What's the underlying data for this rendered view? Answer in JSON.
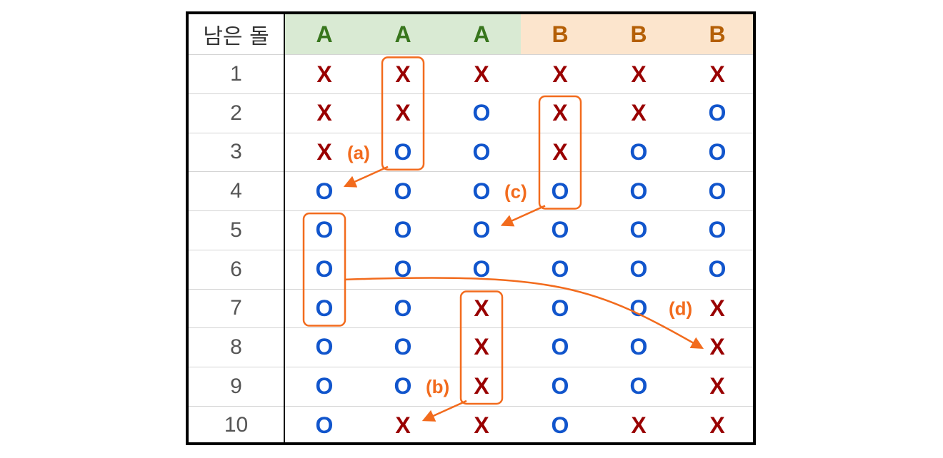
{
  "header": {
    "corner_label": "남은 돌",
    "columns": [
      {
        "label": "A",
        "group": "A"
      },
      {
        "label": "A",
        "group": "A"
      },
      {
        "label": "A",
        "group": "A"
      },
      {
        "label": "B",
        "group": "B"
      },
      {
        "label": "B",
        "group": "B"
      },
      {
        "label": "B",
        "group": "B"
      }
    ]
  },
  "rows": [
    {
      "label": "1",
      "cells": [
        "X",
        "X",
        "X",
        "X",
        "X",
        "X"
      ]
    },
    {
      "label": "2",
      "cells": [
        "X",
        "X",
        "O",
        "X",
        "X",
        "O"
      ]
    },
    {
      "label": "3",
      "cells": [
        "X",
        "O",
        "O",
        "X",
        "O",
        "O"
      ]
    },
    {
      "label": "4",
      "cells": [
        "O",
        "O",
        "O",
        "O",
        "O",
        "O"
      ]
    },
    {
      "label": "5",
      "cells": [
        "O",
        "O",
        "O",
        "O",
        "O",
        "O"
      ]
    },
    {
      "label": "6",
      "cells": [
        "O",
        "O",
        "O",
        "O",
        "O",
        "O"
      ]
    },
    {
      "label": "7",
      "cells": [
        "O",
        "O",
        "X",
        "O",
        "O",
        "X"
      ]
    },
    {
      "label": "8",
      "cells": [
        "O",
        "O",
        "X",
        "O",
        "O",
        "X"
      ]
    },
    {
      "label": "9",
      "cells": [
        "O",
        "O",
        "X",
        "O",
        "O",
        "X"
      ]
    },
    {
      "label": "10",
      "cells": [
        "O",
        "X",
        "X",
        "O",
        "X",
        "X"
      ]
    }
  ],
  "annotations": [
    {
      "label": "(a)",
      "column": 1,
      "rows": [
        1,
        3
      ],
      "target": {
        "column": 0,
        "row": 4
      }
    },
    {
      "label": "(b)",
      "column": 2,
      "rows": [
        7,
        9
      ],
      "target": {
        "column": 1,
        "row": 10
      }
    },
    {
      "label": "(c)",
      "column": 3,
      "rows": [
        2,
        4
      ],
      "target": {
        "column": 2,
        "row": 5
      }
    },
    {
      "label": "(d)",
      "column": 0,
      "rows": [
        5,
        7
      ],
      "target": {
        "column": 5,
        "row": 8
      }
    }
  ],
  "colors": {
    "group_a_bg": "#d9ead3",
    "group_a_text": "#38761d",
    "group_b_bg": "#fce5cd",
    "group_b_text": "#b45f06",
    "x_mark": "#990000",
    "o_mark": "#1155cc",
    "annotation": "#f26b1d"
  }
}
